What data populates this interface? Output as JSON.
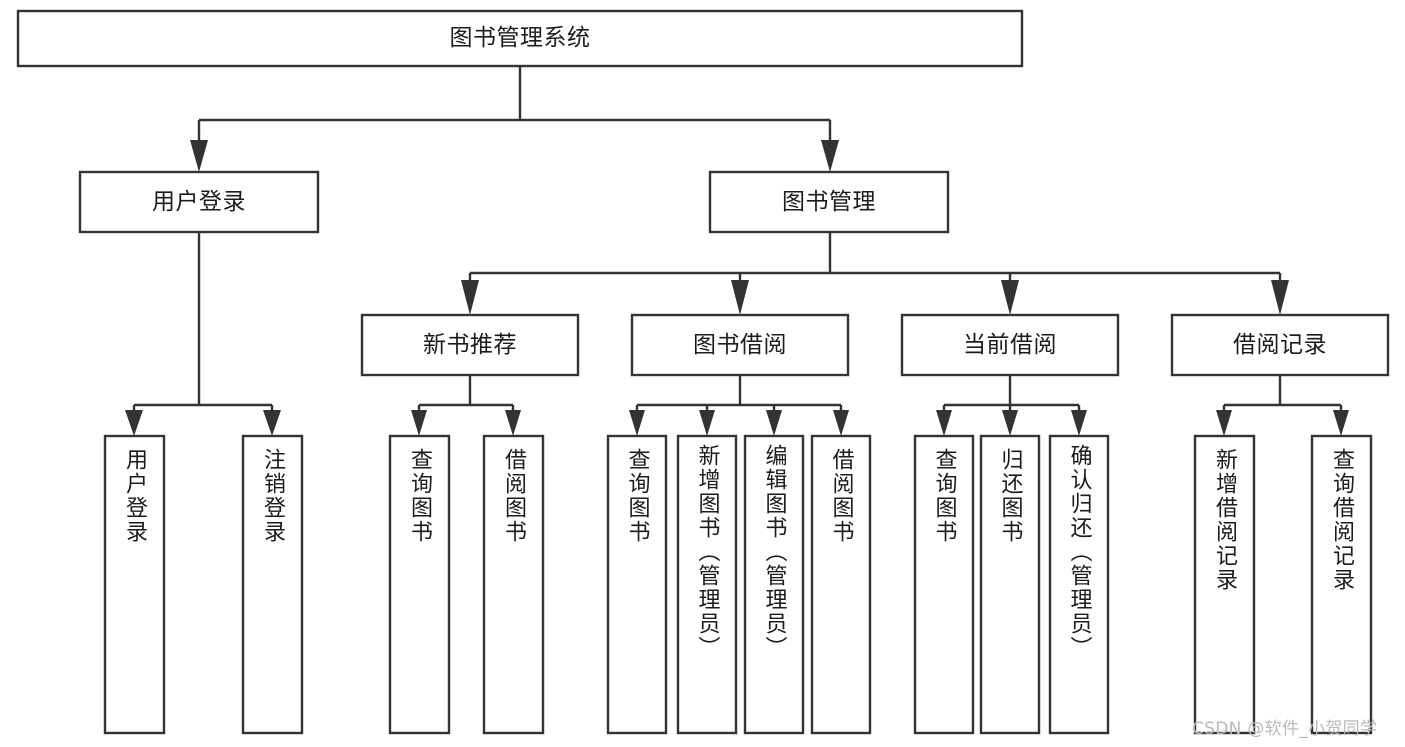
{
  "diagram": {
    "type": "tree",
    "title": "图书管理系统",
    "colors": {
      "background": "#ffffff",
      "node_fill": "#ffffff",
      "node_stroke": "#333333",
      "text": "#1c1c1c",
      "watermark": "#b9b9b9"
    },
    "nodes": {
      "root": {
        "label": "图书管理系统",
        "level": 1,
        "orientation": "horizontal"
      },
      "l2": [
        {
          "id": "user-login",
          "label": "用户登录",
          "orientation": "horizontal"
        },
        {
          "id": "book-manage",
          "label": "图书管理",
          "orientation": "horizontal"
        }
      ],
      "l3": [
        {
          "id": "new-book-recommend",
          "label": "新书推荐",
          "orientation": "horizontal"
        },
        {
          "id": "book-borrow",
          "label": "图书借阅",
          "orientation": "horizontal"
        },
        {
          "id": "current-borrow",
          "label": "当前借阅",
          "orientation": "horizontal"
        },
        {
          "id": "borrow-record",
          "label": "借阅记录",
          "orientation": "horizontal"
        }
      ],
      "leaves": {
        "user-login": [
          {
            "id": "leaf-user-login",
            "label": "用户登录",
            "orientation": "vertical"
          },
          {
            "id": "leaf-logout-login",
            "label": "注销登录",
            "orientation": "vertical"
          }
        ],
        "new-book-recommend": [
          {
            "id": "leaf-query-book-1",
            "label": "查询图书",
            "orientation": "vertical"
          },
          {
            "id": "leaf-borrow-book-1",
            "label": "借阅图书",
            "orientation": "vertical"
          }
        ],
        "book-borrow": [
          {
            "id": "leaf-query-book-2",
            "label": "查询图书",
            "orientation": "vertical"
          },
          {
            "id": "leaf-add-book",
            "label": "新增图书（管理员）",
            "orientation": "vertical"
          },
          {
            "id": "leaf-edit-book",
            "label": "编辑图书（管理员）",
            "orientation": "vertical"
          },
          {
            "id": "leaf-borrow-book-2",
            "label": "借阅图书",
            "orientation": "vertical"
          }
        ],
        "current-borrow": [
          {
            "id": "leaf-query-book-3",
            "label": "查询图书",
            "orientation": "vertical"
          },
          {
            "id": "leaf-return-book",
            "label": "归还图书",
            "orientation": "vertical"
          },
          {
            "id": "leaf-confirm-return",
            "label": "确认归还（管理员）",
            "orientation": "vertical"
          }
        ],
        "borrow-record": [
          {
            "id": "leaf-add-record",
            "label": "新增借阅记录",
            "orientation": "vertical"
          },
          {
            "id": "leaf-query-record",
            "label": "查询借阅记录",
            "orientation": "vertical"
          }
        ]
      }
    },
    "watermark": "CSDN @软件_小贺同学"
  }
}
